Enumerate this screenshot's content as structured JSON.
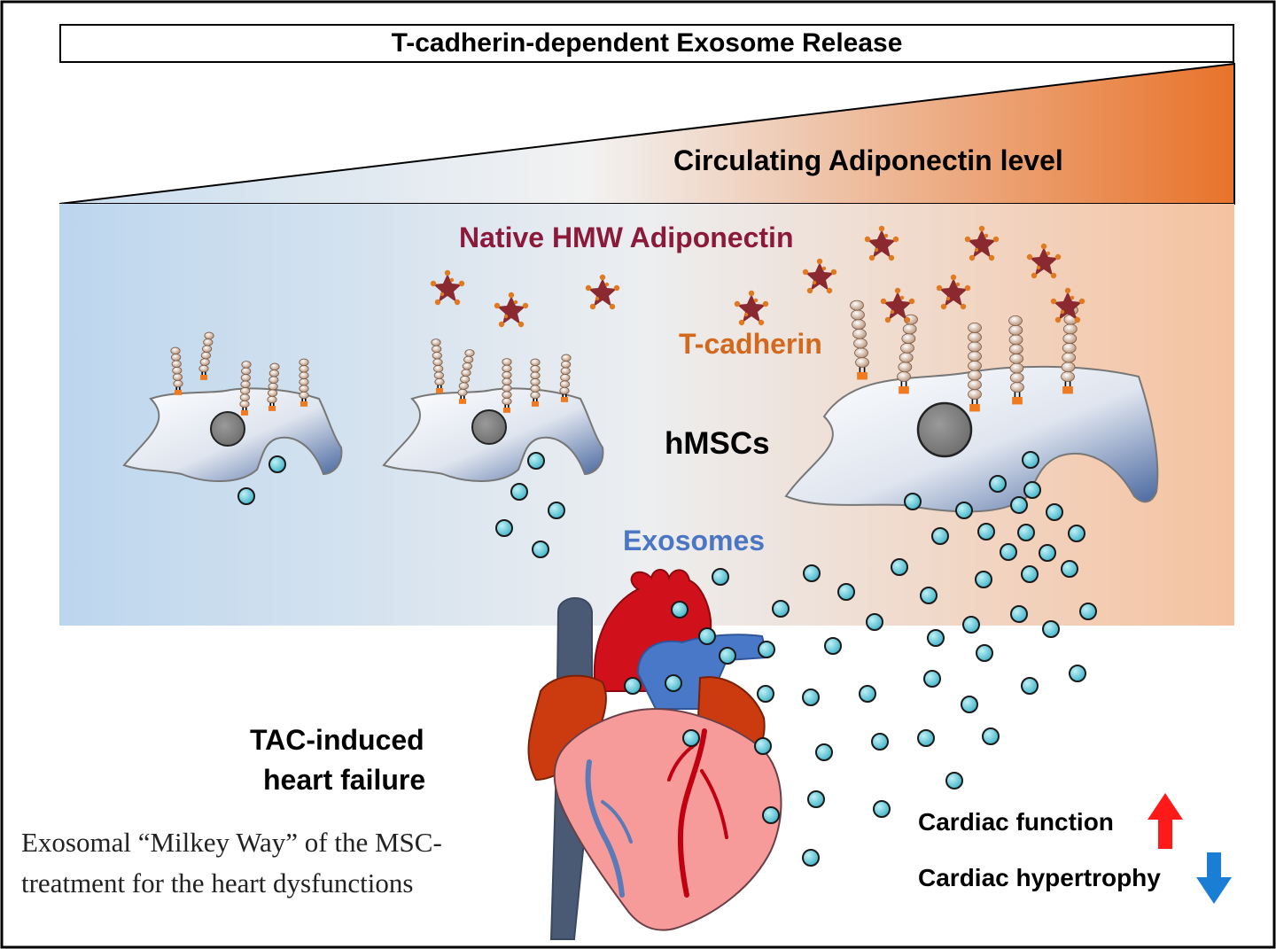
{
  "title": "T-cadherin-dependent Exosome Release",
  "labels": {
    "adiponectin_level": "Circulating Adiponectin level",
    "native_hmw": "Native HMW Adiponectin",
    "t_cadherin": "T-cadherin",
    "hmscs": "hMSCs",
    "exosomes": "Exosomes",
    "tac_line1": "TAC-induced",
    "tac_line2": "heart failure",
    "caption_line1": "Exosomal “Milkey Way” of the MSC-",
    "caption_line2": "treatment for the heart dysfunctions",
    "cardiac_function": "Cardiac function",
    "cardiac_hypertrophy": "Cardiac hypertrophy"
  },
  "colors": {
    "adiponectin_label": "#8b1a3a",
    "t_cadherin_label": "#d2691e",
    "exosomes_label": "#4a76c4",
    "gradient_left": "#c5dbef",
    "gradient_right": "#f4c3a0",
    "wedge_right": "#e8732a",
    "arrow_up": "#ff1a1a",
    "arrow_down": "#1a7fd4",
    "exosome_fill": "#5fc8d8"
  },
  "icons": {
    "arrow_up": "up-arrow-icon",
    "arrow_down": "down-arrow-icon"
  }
}
